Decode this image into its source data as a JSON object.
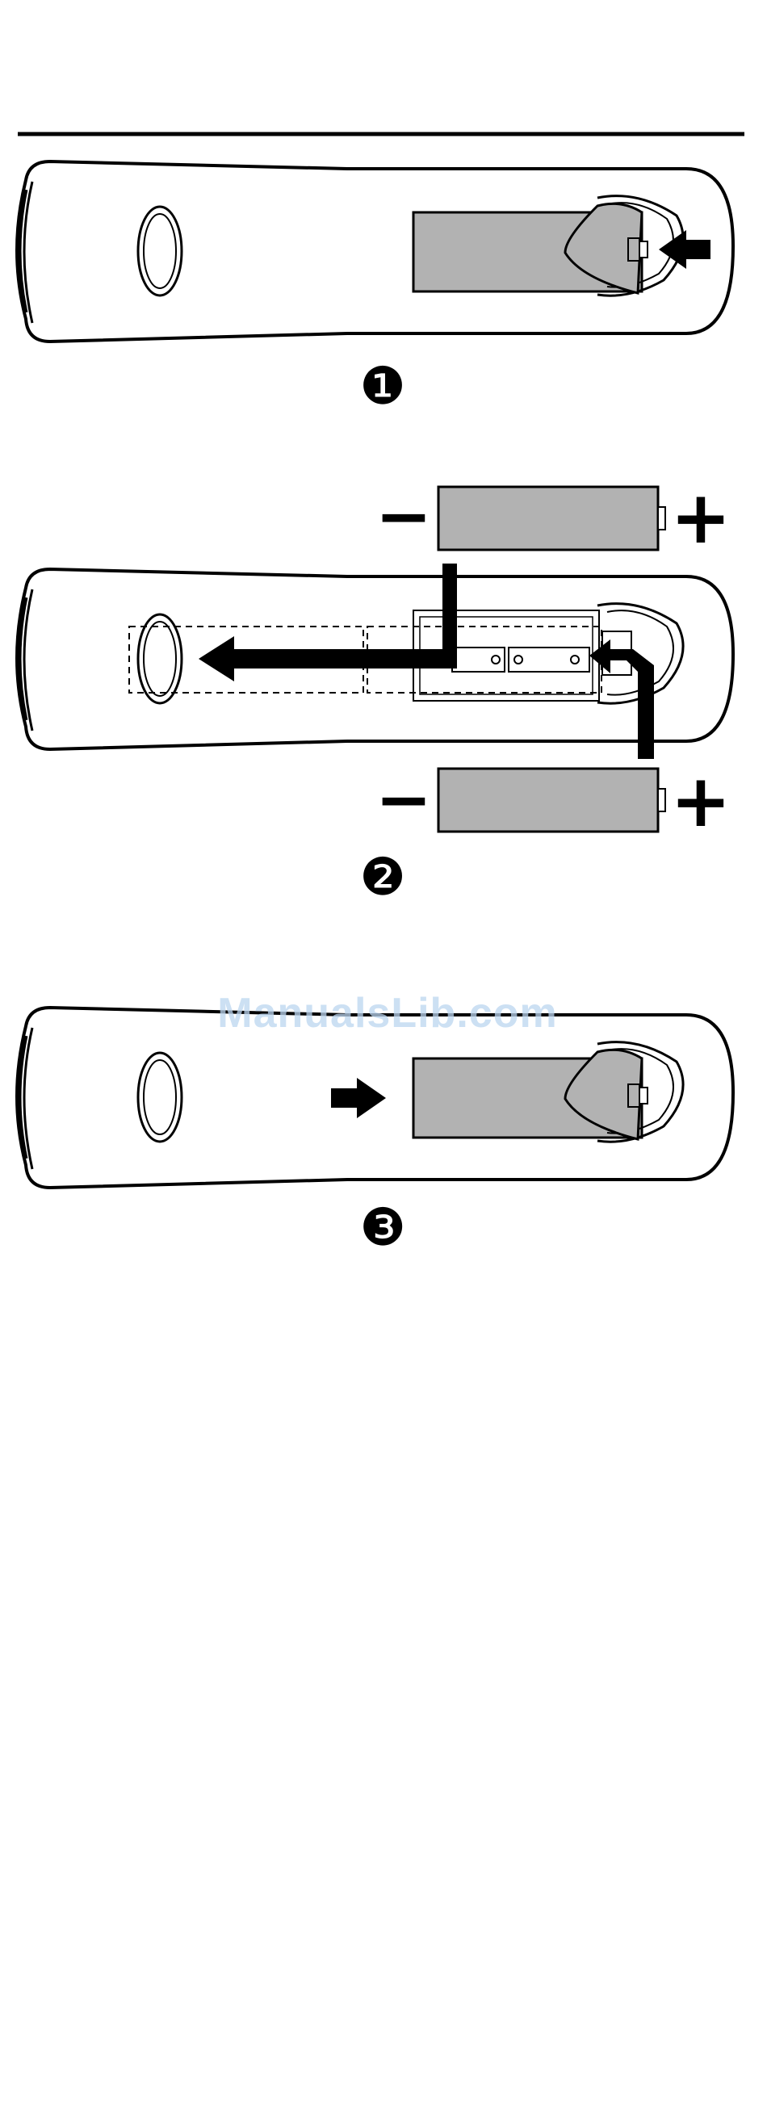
{
  "watermark": "ManualsLib.com",
  "colors": {
    "ink": "#000000",
    "panel": "#b2b2b2",
    "background": "#ffffff",
    "watermark": "#bcd6f0"
  },
  "steps": [
    {
      "number": "1",
      "marker": "❶",
      "description_icons": [
        "battery-cover-closed-icon",
        "push-arrow-icon"
      ]
    },
    {
      "number": "2",
      "marker": "❷",
      "polarity_minus": "−",
      "polarity_plus": "+",
      "description_icons": [
        "battery-icon",
        "insert-arrow-icon"
      ]
    },
    {
      "number": "3",
      "marker": "❸",
      "description_icons": [
        "battery-cover-closed-icon",
        "slide-arrow-icon"
      ]
    }
  ]
}
